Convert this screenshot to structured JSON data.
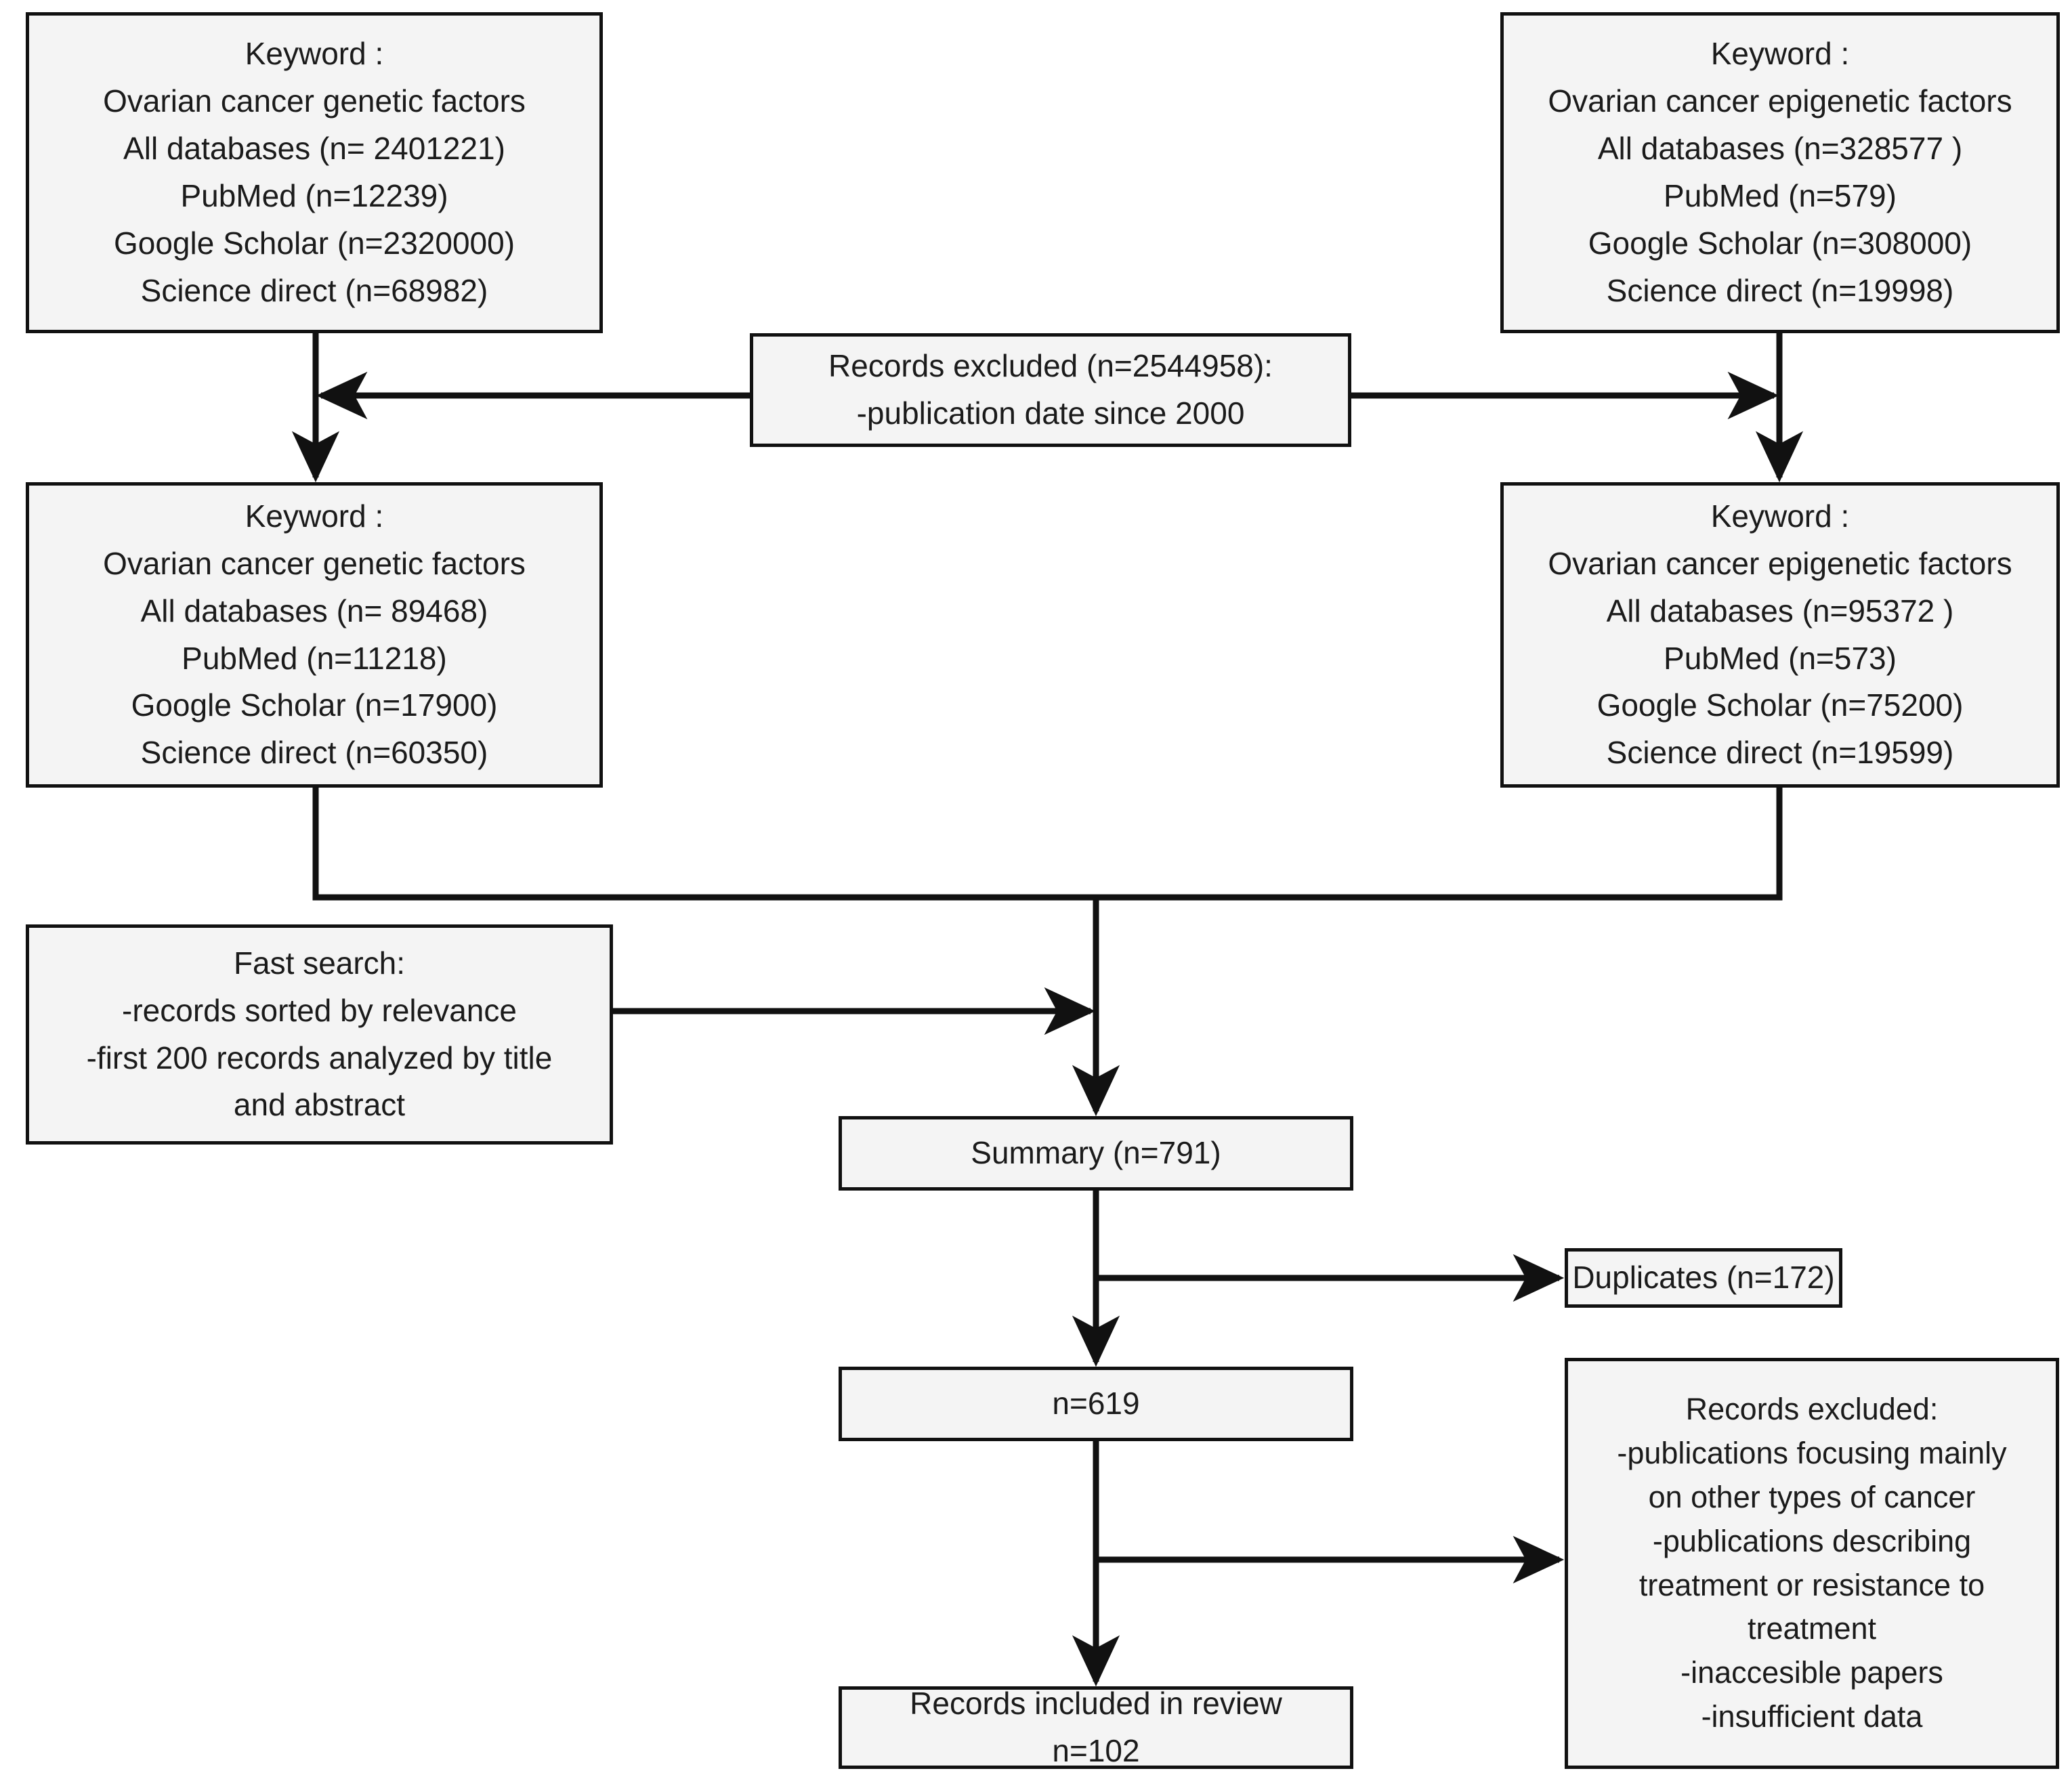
{
  "diagram": {
    "type": "prisma-flowchart",
    "title": "Literature search and selection flow"
  },
  "boxes": {
    "genetic_initial": {
      "lines": [
        "Keyword :",
        "Ovarian cancer genetic factors",
        "All databases (n= 2401221)",
        "PubMed (n=12239)",
        "Google Scholar (n=2320000)",
        "Science direct (n=68982)"
      ]
    },
    "epigenetic_initial": {
      "lines": [
        "Keyword :",
        "Ovarian cancer epigenetic factors",
        "All databases (n=328577 )",
        "PubMed (n=579)",
        "Google Scholar (n=308000)",
        "Science direct (n=19998)"
      ]
    },
    "records_excluded_date": {
      "lines": [
        "Records excluded (n=2544958):",
        "-publication date since 2000"
      ]
    },
    "genetic_filtered": {
      "lines": [
        "Keyword :",
        "Ovarian cancer genetic factors",
        "All databases (n= 89468)",
        "PubMed (n=11218)",
        "Google Scholar (n=17900)",
        "Science direct (n=60350)"
      ]
    },
    "epigenetic_filtered": {
      "lines": [
        "Keyword :",
        "Ovarian cancer epigenetic factors",
        "All databases (n=95372 )",
        "PubMed (n=573)",
        "Google Scholar (n=75200)",
        "Science direct (n=19599)"
      ]
    },
    "fast_search": {
      "lines": [
        "Fast search:",
        "-records sorted by relevance",
        "-first 200 records analyzed by title",
        "and abstract"
      ]
    },
    "summary": {
      "lines": [
        "Summary (n=791)"
      ]
    },
    "duplicates": {
      "lines": [
        "Duplicates (n=172)"
      ]
    },
    "n619": {
      "lines": [
        "n=619"
      ]
    },
    "records_excluded_criteria": {
      "lines": [
        "Records excluded:",
        "-publications focusing mainly",
        "on other types of cancer",
        "-publications describing",
        "treatment or resistance to",
        "treatment",
        "-inaccesible papers",
        "-insufficient data"
      ]
    },
    "records_included": {
      "lines": [
        "Records included in review",
        "n=102"
      ]
    }
  },
  "counts": {
    "genetic_all_databases_initial": 2401221,
    "genetic_pubmed_initial": 12239,
    "genetic_google_scholar_initial": 2320000,
    "genetic_science_direct_initial": 68982,
    "epigenetic_all_databases_initial": 328577,
    "epigenetic_pubmed_initial": 579,
    "epigenetic_google_scholar_initial": 308000,
    "epigenetic_science_direct_initial": 19998,
    "records_excluded_by_date": 2544958,
    "genetic_all_databases_filtered": 89468,
    "genetic_pubmed_filtered": 11218,
    "genetic_google_scholar_filtered": 17900,
    "genetic_science_direct_filtered": 60350,
    "epigenetic_all_databases_filtered": 95372,
    "epigenetic_pubmed_filtered": 573,
    "epigenetic_google_scholar_filtered": 75200,
    "epigenetic_science_direct_filtered": 19599,
    "fast_search_first_n_records": 200,
    "summary": 791,
    "duplicates": 172,
    "after_duplicates": 619,
    "included_in_review": 102
  },
  "style": {
    "box_fill": "#f4f4f4",
    "box_border": "#111111",
    "text_color": "#1b1b1b",
    "connector_color": "#111111",
    "page_background": "#ffffff"
  }
}
